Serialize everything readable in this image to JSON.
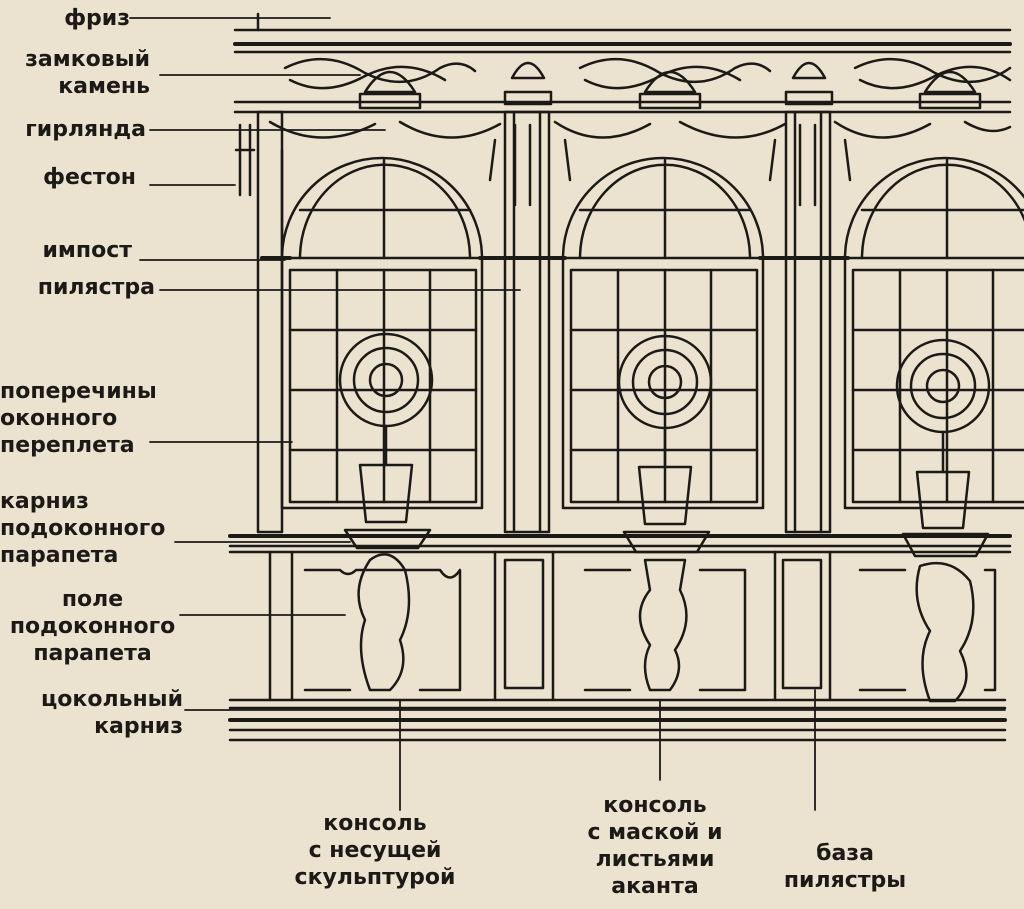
{
  "labels": {
    "friz": [
      "фриз"
    ],
    "keystone": [
      "замковый",
      "камень"
    ],
    "garland": [
      "гирлянда"
    ],
    "feston": [
      "фестон"
    ],
    "impost": [
      "импост"
    ],
    "pilaster": [
      "пилястра"
    ],
    "mullions": [
      "поперечины",
      "оконного",
      "переплета"
    ],
    "sill_cornice": [
      "карниз",
      "подоконного",
      "парапета"
    ],
    "parapet_field": [
      "поле",
      "подоконного",
      "парапета"
    ],
    "plinth_cornice": [
      "цокольный",
      "карниз"
    ],
    "console_sculpture": [
      "консоль",
      "с несущей",
      "скульптурой"
    ],
    "console_mask": [
      "консоль",
      "с маской и",
      "листьями",
      "аканта"
    ],
    "pilaster_base": [
      "база",
      "пилястры"
    ]
  },
  "colors": {
    "paper": "#ebe3cf",
    "ink": "#1c1a17"
  }
}
